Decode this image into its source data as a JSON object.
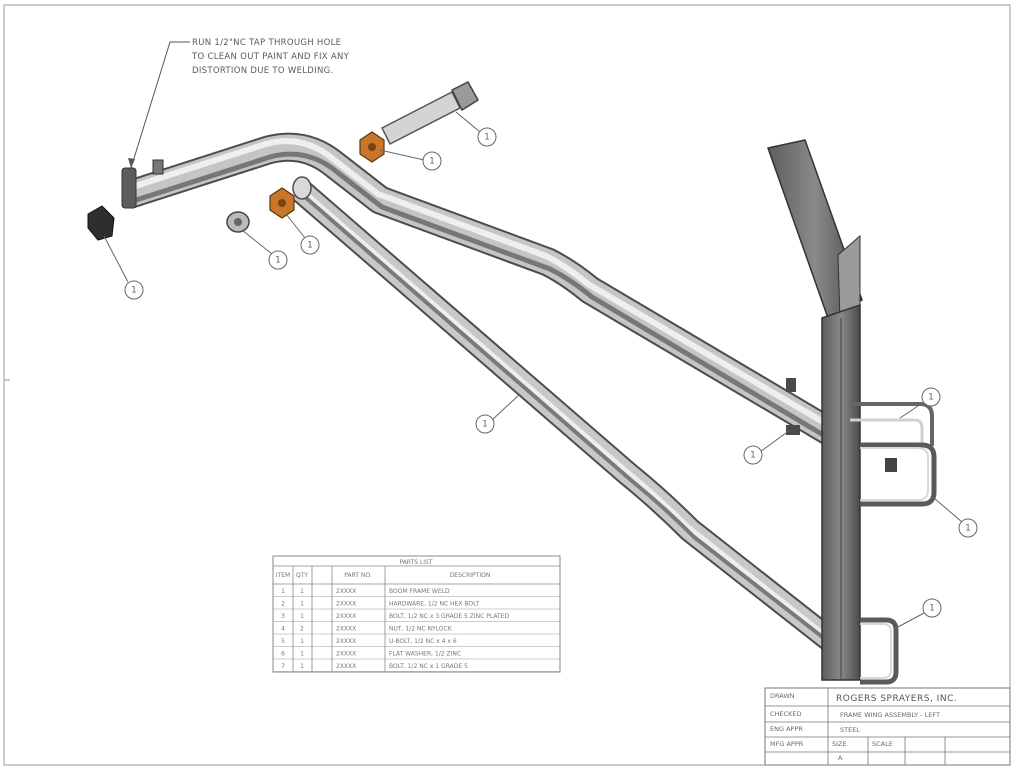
{
  "drawing": {
    "note": {
      "line1": "RUN 1/2\"NC TAP THROUGH HOLE",
      "line2": "TO CLEAN OUT PAINT AND FIX ANY",
      "line3": "DISTORTION DUE TO WELDING."
    },
    "balloons": [
      "1",
      "1",
      "1",
      "1",
      "1",
      "1",
      "1",
      "1",
      "1"
    ]
  },
  "bom": {
    "title": "PARTS LIST",
    "headers": [
      "ITEM",
      "QTY",
      "PART NO.",
      "DESCRIPTION"
    ],
    "rows": [
      {
        "item": "1",
        "qty": "1",
        "part": "2XXXX",
        "desc": "BOOM FRAME WELD"
      },
      {
        "item": "2",
        "qty": "1",
        "part": "2XXXX",
        "desc": "HARDWARE, 1/2 NC HEX BOLT"
      },
      {
        "item": "3",
        "qty": "1",
        "part": "2XXXX",
        "desc": "BOLT, 1/2 NC x 3 GRADE 5 ZINC PLATED"
      },
      {
        "item": "4",
        "qty": "2",
        "part": "2XXXX",
        "desc": "NUT, 1/2 NC NYLOCK"
      },
      {
        "item": "5",
        "qty": "1",
        "part": "2XXXX",
        "desc": "U-BOLT, 1/2 NC x 4 x 6"
      },
      {
        "item": "6",
        "qty": "1",
        "part": "2XXXX",
        "desc": "FLAT WASHER, 1/2 ZINC"
      },
      {
        "item": "7",
        "qty": "1",
        "part": "2XXXX",
        "desc": "BOLT, 1/2 NC x 1 GRADE 5"
      }
    ]
  },
  "title_block": {
    "company": "ROGERS SPRAYERS, INC.",
    "title": "FRAME WING ASSEMBLY - LEFT",
    "labels": [
      "DRAWN",
      "CHECKED",
      "ENG APPR",
      "MFG APPR",
      "SIZE",
      "SCALE"
    ],
    "size": "A",
    "material": "STEEL"
  }
}
